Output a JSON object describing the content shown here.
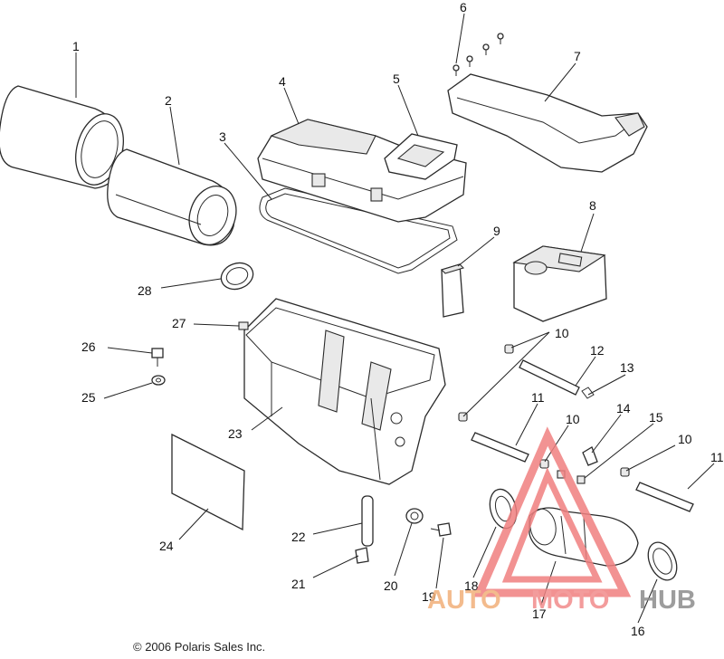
{
  "copyright": "© 2006 Polaris Sales Inc.",
  "watermark": {
    "part1": "AUTO",
    "part2": "MOTO",
    "part3": "HUB",
    "colors": {
      "auto": "#f2b07a",
      "moto": "#f28b8b",
      "hub": "#8c8c8c",
      "triangle": "#f08080"
    }
  },
  "callouts": [
    "1",
    "2",
    "3",
    "4",
    "5",
    "6",
    "7",
    "8",
    "9",
    "10",
    "10",
    "10",
    "10",
    "11",
    "11",
    "12",
    "13",
    "14",
    "15",
    "16",
    "17",
    "18",
    "19",
    "20",
    "21",
    "22",
    "23",
    "24",
    "25",
    "26",
    "27",
    "28"
  ]
}
